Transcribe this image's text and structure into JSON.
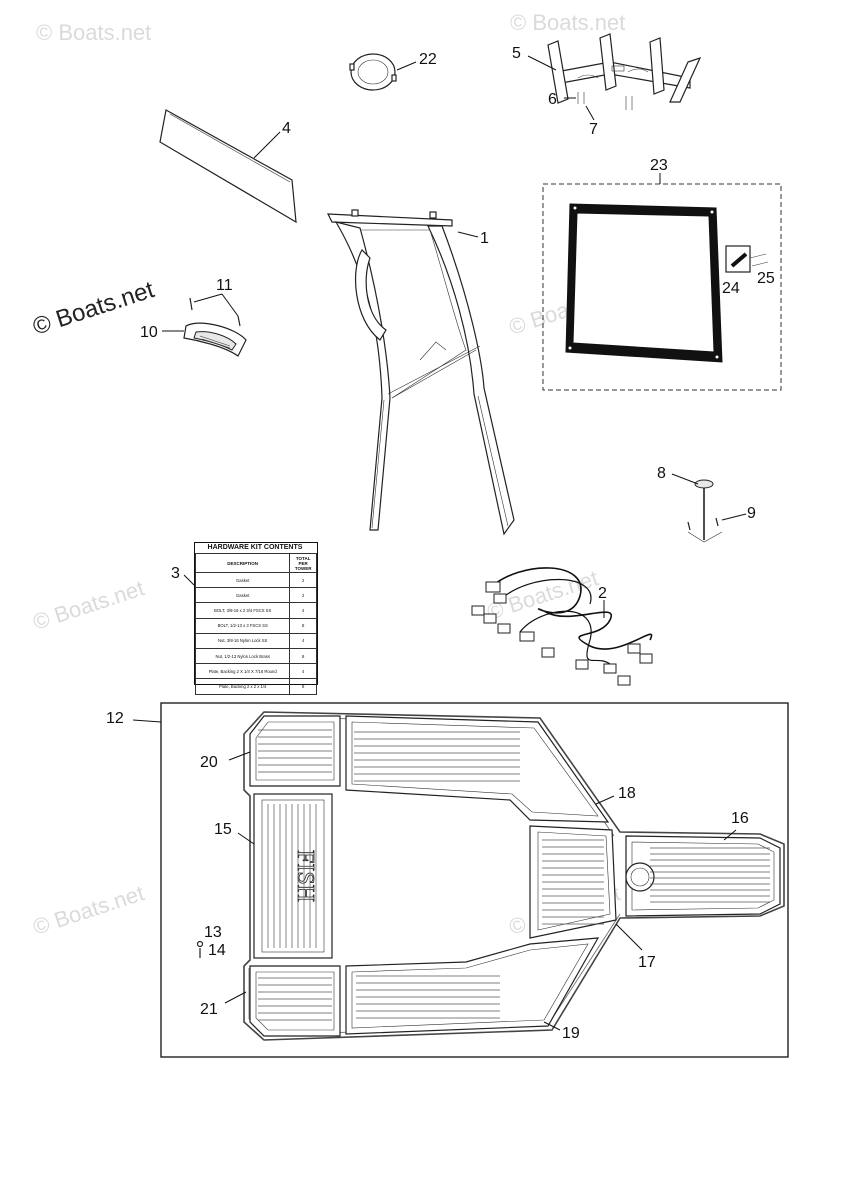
{
  "watermark": "© Boats.net",
  "callouts": {
    "c1": "1",
    "c2": "2",
    "c3": "3",
    "c4": "4",
    "c5": "5",
    "c6": "6",
    "c7": "7",
    "c8": "8",
    "c9": "9",
    "c10": "10",
    "c11": "11",
    "c12": "12",
    "c13": "13",
    "c14": "14",
    "c15": "15",
    "c16": "16",
    "c17": "17",
    "c18": "18",
    "c19": "19",
    "c20": "20",
    "c21": "21",
    "c22": "22",
    "c23": "23",
    "c24": "24",
    "c25": "25"
  },
  "hardware_kit": {
    "title": "HARDWARE KIT CONTENTS",
    "headers": [
      "DESCRIPTION",
      "TOTAL PER TOWER"
    ],
    "rows": [
      {
        "desc": "Gasket",
        "qty": "2"
      },
      {
        "desc": "Gasket",
        "qty": "2"
      },
      {
        "desc": "BOLT, 3/8-16 x 2 3/4 FSCS SS",
        "qty": "4"
      },
      {
        "desc": "BOLT, 1/2-13 x 3 FSCS SS",
        "qty": "8"
      },
      {
        "desc": "Nut, 3/8-16 Nylon Lock SS",
        "qty": "4"
      },
      {
        "desc": "Nut, 1/2-13 Nylon Lock Brass",
        "qty": "8"
      },
      {
        "desc": "Plate, Backing 2 X 1/4 X 7/16 Round",
        "qty": "4"
      },
      {
        "desc": "Plate, Backing 2 x 2 x 1/4",
        "qty": "8"
      }
    ]
  },
  "mat_lettering": "FISH"
}
